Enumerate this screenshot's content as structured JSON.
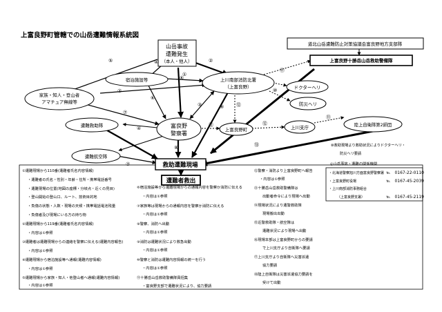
{
  "title": "上富良野町管轄での山岳遭難情報系統図",
  "nodes": {
    "incident": [
      "山岳事故",
      "遭難発生",
      "（本人・他人）"
    ],
    "lodging": "宿泊施設等",
    "family": [
      "家族・知人・登山者",
      "アマチュア無線等"
    ],
    "rescue_team": "遭難救助隊",
    "air_team": "遭難航空隊",
    "police": [
      "富良野",
      "警察署"
    ],
    "fire": [
      "上川南部消防北署",
      "（上富良野）"
    ],
    "doctor_heli": "ドクターヘリ",
    "fire_heli": "防災ヘリ",
    "town": "上富良野町",
    "kamikawa": "上川支庁",
    "sdf": "陸上自衛隊第2師団",
    "association": "道北山岳遭難防止対策協議会富良野地方支部隊",
    "kamifurano_unit": "上富良野十勝岳山岳救助警備隊",
    "site": "救助遭難現場",
    "rescue": "遭難者救出"
  },
  "numbers": {
    "n1": "①",
    "n2": "②",
    "n3": "③",
    "n4": "④",
    "n5": "⑤",
    "n6": "⑥",
    "n7": "⑦",
    "n8": "⑧",
    "n9": "⑨",
    "n10": "⑩",
    "n11": "⑪",
    "n12": "⑫",
    "n13": "⑬"
  },
  "side_note": [
    "⑩救助現場より救助状況によりドクターヘリ・",
    "防災ヘリ要請"
  ],
  "contacts": {
    "heading": "◎山岳事故・遭難の関係機関",
    "rows": [
      {
        "name": "・北海道警察旭川方面富良野警察署",
        "tel": "℡　0167-22-0110"
      },
      {
        "name": "・上富良野町役場",
        "tel": "℡　0167-45-2039"
      },
      {
        "name": "・上川南部消防事務組合",
        "tel": ""
      },
      {
        "name": "（上富良野支署）",
        "tel": "℡　0167-45-2119"
      }
    ]
  },
  "notes": {
    "col1": [
      "①遭難現場から110番(遭難者氏名内容情報)",
      "・遭難者の氏名・性別・年齢・住所・携帯電話番号",
      "・遭難現場の位置(地図の座標・分岐点・近くの見目)",
      "・登山開始の登山口、ルート、技術目的地",
      "・負傷の状態・人数・現場の天候・携帯電話電池残量",
      "・負傷者及び現場にいる方の持ち物",
      "②遭難現場から119番(遭難者氏名内容情報)",
      "・内容は①参照",
      "③遭難者は遭難現場からの連絡を警察に伝える(遭難内容報告)",
      "・内容は①参照",
      "④遭難現場から宿泊施設等へ通報(遭難内容情報)",
      "・内容は①参照",
      "⑤遭難現場から家族・知人・他登山者へ通報(遭難内容情報)",
      "・内容は①参照"
    ],
    "col2": [
      "⑥宿泊施設等から遭難現場からの通報内容を警察か消防に伝える",
      "・内容は①参照",
      "⑦家族等は現場からの通報内容を警察か消防に伝える",
      "・内容は①参照",
      "⑧警察、消防へ出動",
      "・内容は①参照",
      "⑨消防は遭難状況により救急出動",
      "・内容は①参照",
      "⑩警察と消防は遭難内容情報の統一を行う",
      "・内容は①参照",
      "⑪十勝岳山岳救助警備隊員招集",
      "・富良野支部で遭難状況により、協力要請"
    ],
    "col3": [
      "⑫警察・消防より上富良野町へ報告",
      "・内容は①参照",
      "⑬十勝岳山岳救助警備隊は",
      "出動者命令により現場へ出動",
      "⑭現場状況により遭警救助隊",
      "現場搬出出動",
      "⑮近警救助隊・航空隊は",
      "遭難状況により現場へ出動",
      "⑯現場本部は上富良野町からの要請",
      "で上川支庁より自衛隊へ要請",
      "⑰上川支庁より自衛隊へ災害派遣",
      "協力要請",
      "⑱陸上自衛隊は災害派遣協力要請を",
      "受けて出動"
    ]
  }
}
